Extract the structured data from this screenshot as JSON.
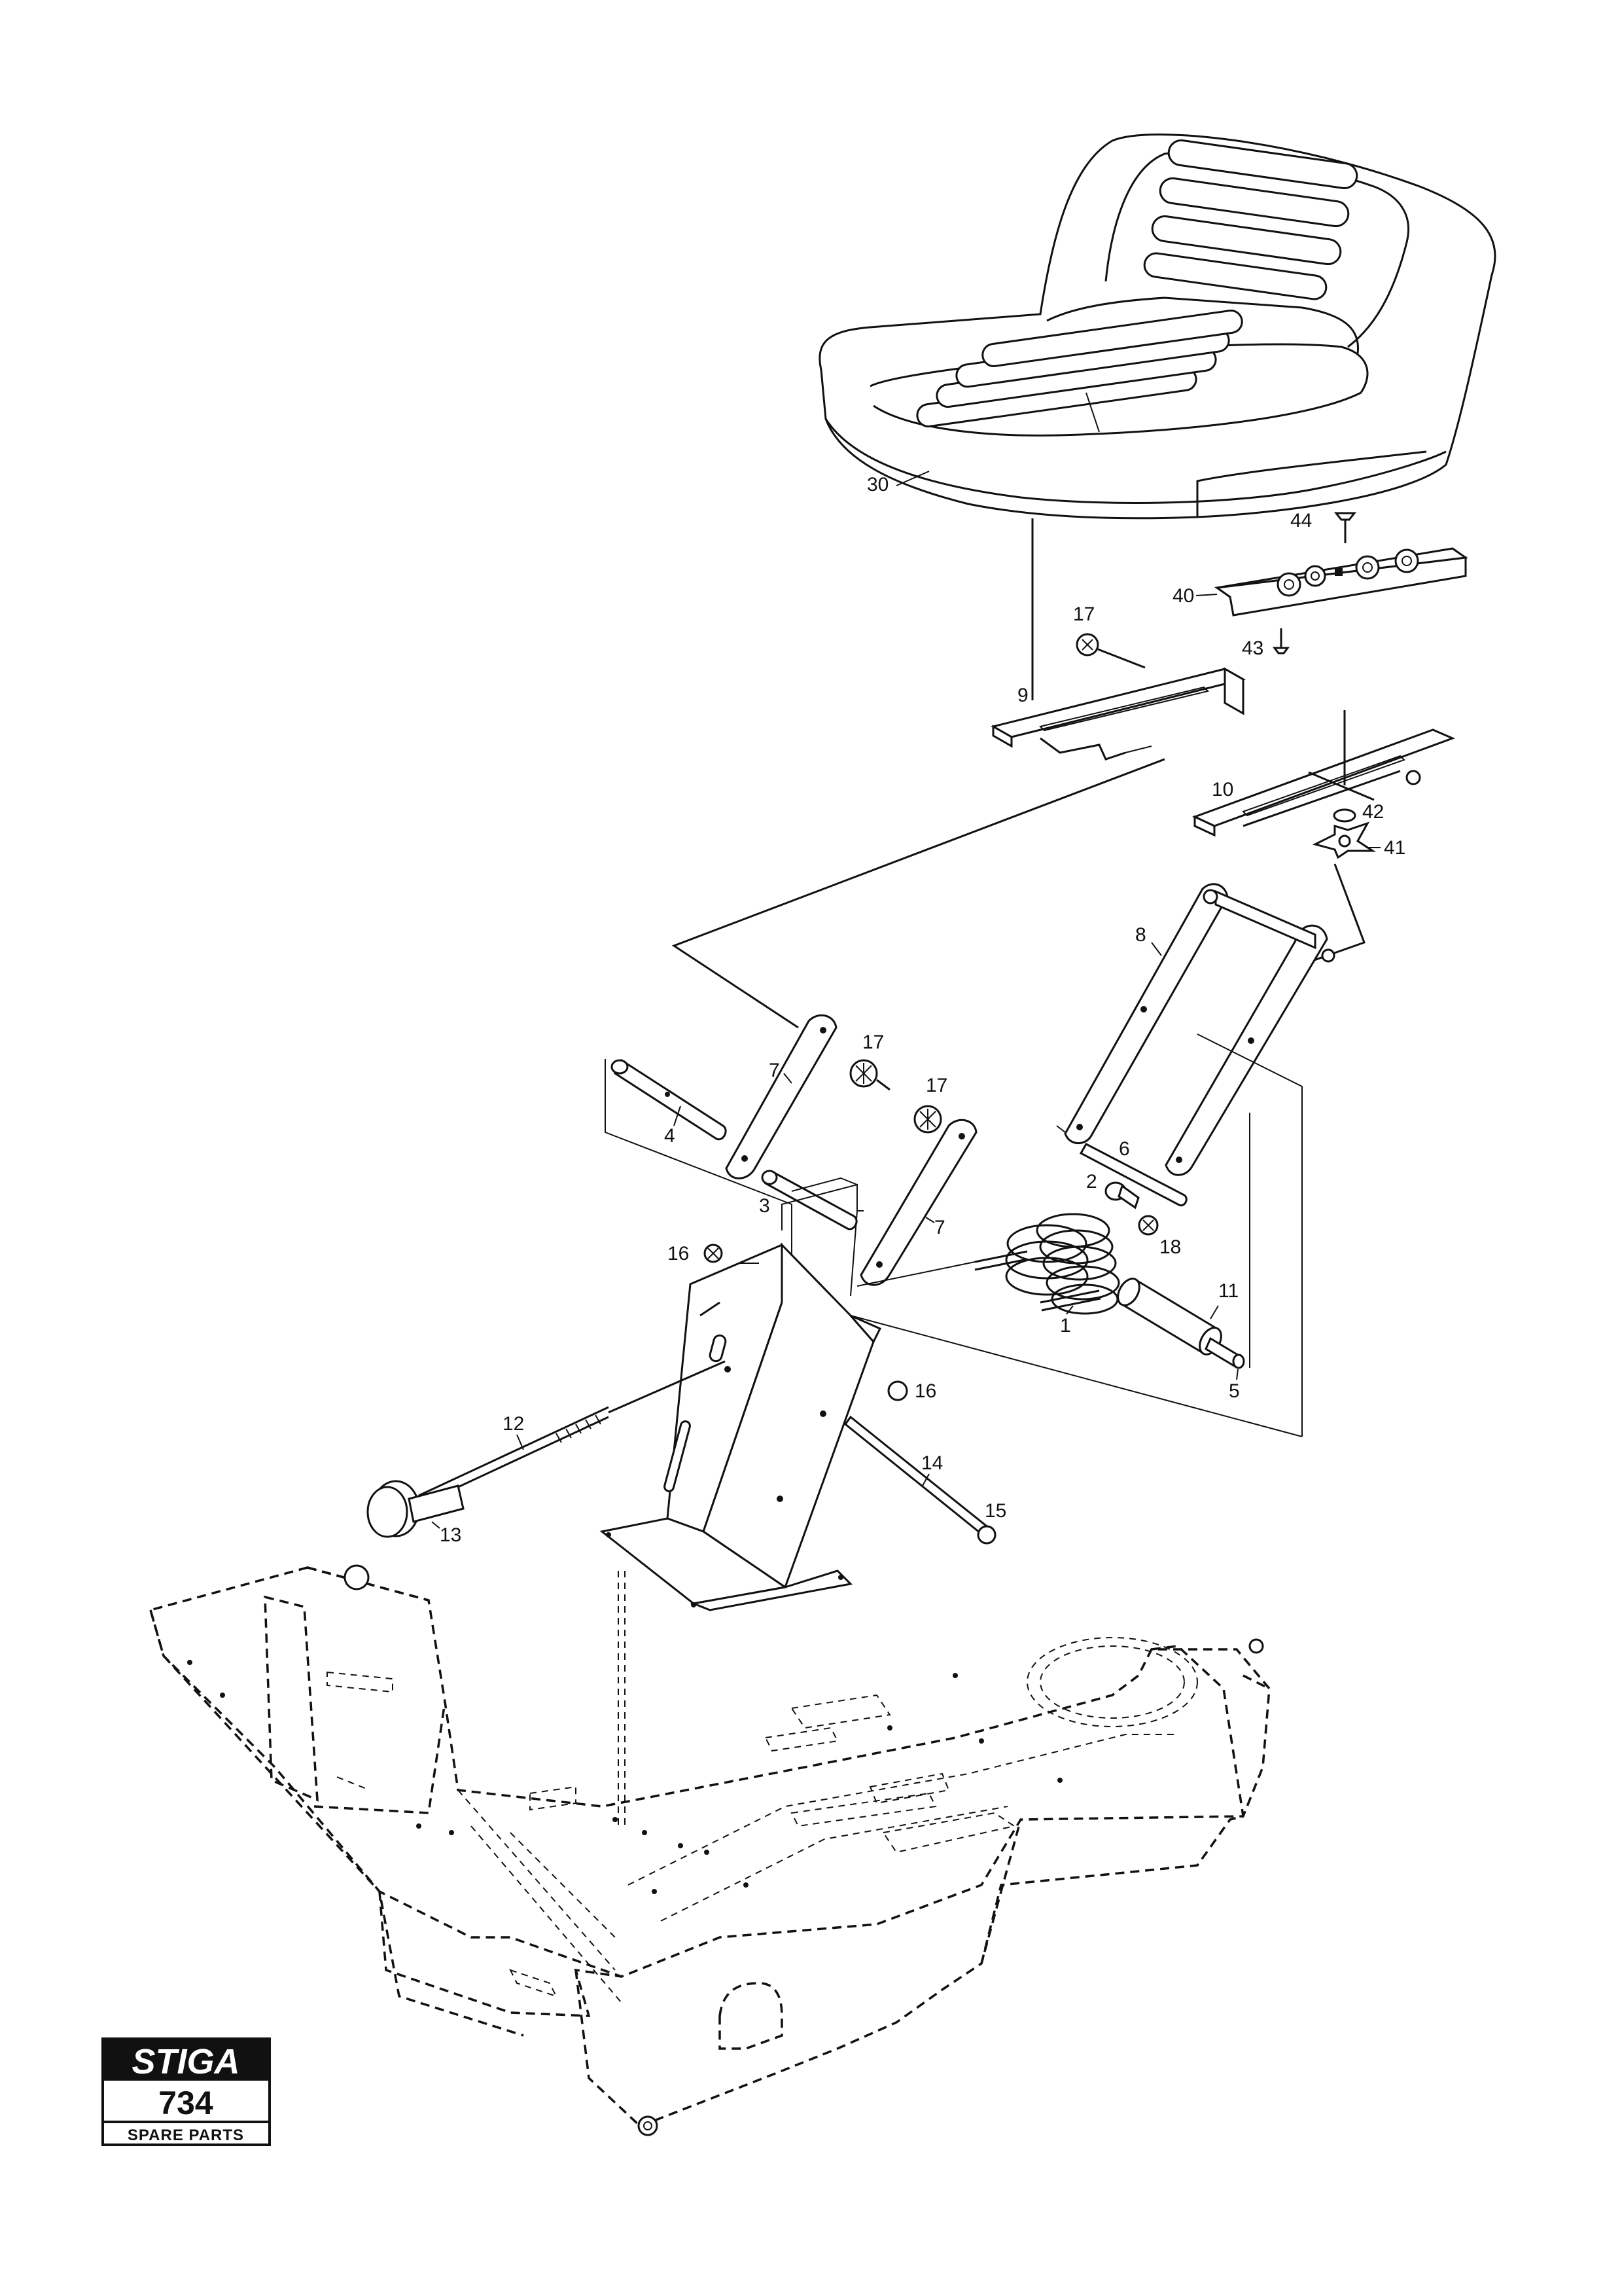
{
  "logo": {
    "brand": "STIGA",
    "model": "734",
    "caption": "SPARE PARTS"
  },
  "callouts": [
    {
      "id": "30",
      "label": "30"
    },
    {
      "id": "44",
      "label": "44"
    },
    {
      "id": "40",
      "label": "40"
    },
    {
      "id": "17a",
      "label": "17"
    },
    {
      "id": "43",
      "label": "43"
    },
    {
      "id": "9",
      "label": "9"
    },
    {
      "id": "10",
      "label": "10"
    },
    {
      "id": "42",
      "label": "42"
    },
    {
      "id": "41",
      "label": "41"
    },
    {
      "id": "8",
      "label": "8"
    },
    {
      "id": "17b",
      "label": "17"
    },
    {
      "id": "7a",
      "label": "7"
    },
    {
      "id": "17c",
      "label": "17"
    },
    {
      "id": "4",
      "label": "4"
    },
    {
      "id": "6",
      "label": "6"
    },
    {
      "id": "2",
      "label": "2"
    },
    {
      "id": "3",
      "label": "3"
    },
    {
      "id": "7b",
      "label": "7"
    },
    {
      "id": "18",
      "label": "18"
    },
    {
      "id": "16a",
      "label": "16"
    },
    {
      "id": "11",
      "label": "11"
    },
    {
      "id": "1",
      "label": "1"
    },
    {
      "id": "16b",
      "label": "16"
    },
    {
      "id": "5",
      "label": "5"
    },
    {
      "id": "12",
      "label": "12"
    },
    {
      "id": "14",
      "label": "14"
    },
    {
      "id": "13",
      "label": "13"
    },
    {
      "id": "15",
      "label": "15"
    }
  ]
}
